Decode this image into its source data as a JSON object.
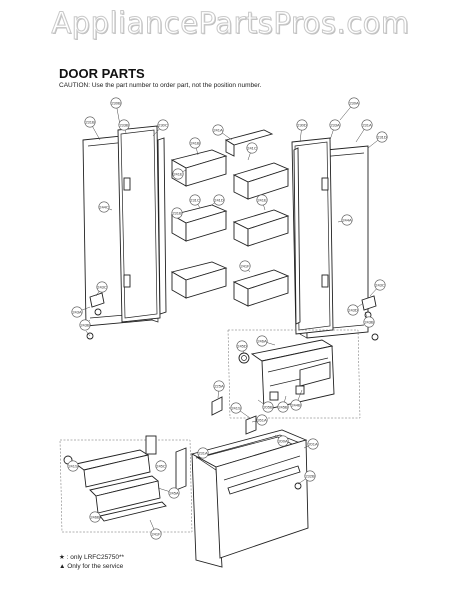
{
  "watermark": "AppliancePartsPros.com",
  "title": "DOOR PARTS",
  "caution": "CAUTION: Use the part number to order part, not the position number.",
  "legend": {
    "only_model": "★ : only LRFC25750**",
    "service_only": "▲ Only for the service"
  },
  "callouts": [
    {
      "label": "230B"
    },
    {
      "label": "231B"
    },
    {
      "label": "233B"
    },
    {
      "label": "230C"
    },
    {
      "label": "241A"
    },
    {
      "label": "241B"
    },
    {
      "label": "230A"
    },
    {
      "label": "231A"
    },
    {
      "label": "233A"
    },
    {
      "label": "231D"
    },
    {
      "label": "241C"
    },
    {
      "label": "230D"
    },
    {
      "label": "241E"
    },
    {
      "label": "241D"
    },
    {
      "label": "231B"
    },
    {
      "label": "231C"
    },
    {
      "label": "244C"
    },
    {
      "label": "244A"
    },
    {
      "label": "241E"
    },
    {
      "label": "241F"
    },
    {
      "label": "243C"
    },
    {
      "label": "243A"
    },
    {
      "label": "243B"
    },
    {
      "label": "243C"
    },
    {
      "label": "243B"
    },
    {
      "label": "243D"
    },
    {
      "label": "246A"
    },
    {
      "label": "245D"
    },
    {
      "label": "245B"
    },
    {
      "label": "225A"
    },
    {
      "label": "241S"
    },
    {
      "label": "261A"
    },
    {
      "label": "205B"
    },
    {
      "label": "244B"
    },
    {
      "label": "201A"
    },
    {
      "label": "245C"
    },
    {
      "label": "245A"
    },
    {
      "label": "232B"
    },
    {
      "label": "200A"
    },
    {
      "label": "246B"
    },
    {
      "label": "241F"
    },
    {
      "label": "241S"
    },
    {
      "label": "231A"
    }
  ]
}
